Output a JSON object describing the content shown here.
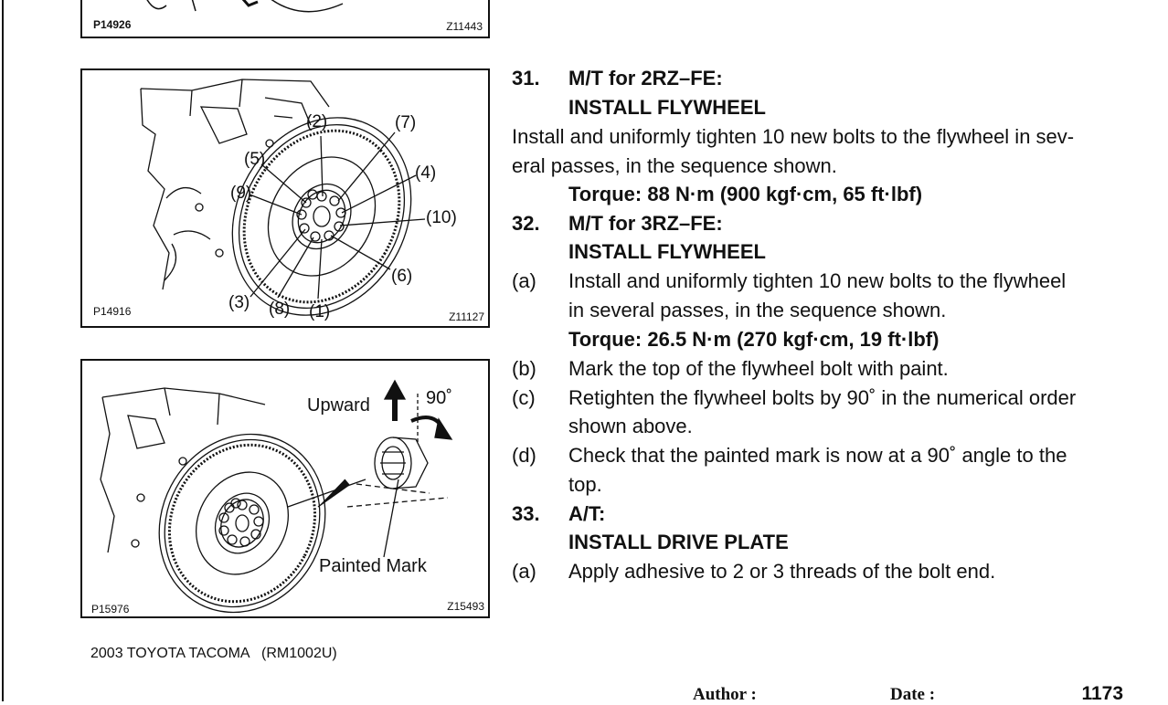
{
  "figures": {
    "top": {
      "code_left": "P14926",
      "code_right": "Z11443"
    },
    "sequence": {
      "code_left": "P14916",
      "code_right": "Z11127",
      "callouts": [
        "(2)",
        "(7)",
        "(5)",
        "(4)",
        "(9)",
        "(10)",
        "(6)",
        "(3)",
        "(8)",
        "(1)"
      ]
    },
    "paint": {
      "code_left": "P15976",
      "code_right": "Z15493",
      "upward": "Upward",
      "angle": "90˚",
      "painted_mark": "Painted Mark"
    }
  },
  "steps": {
    "s31": {
      "number": "31.",
      "title": "M/T for 2RZ–FE:",
      "heading": "INSTALL FLYWHEEL",
      "line1": "Install and uniformly tighten 10 new bolts to the flywheel in sev-",
      "line2": "eral passes, in the sequence shown.",
      "torque": "Torque: 88 N·m (900 kgf·cm, 65 ft·lbf)"
    },
    "s32": {
      "number": "32.",
      "title": "M/T for 3RZ–FE:",
      "heading": "INSTALL FLYWHEEL",
      "a_mark": "(a)",
      "a_line1": "Install and uniformly tighten 10 new bolts to the flywheel",
      "a_line2": "in several passes, in the sequence shown.",
      "torque": "Torque: 26.5 N·m (270 kgf·cm, 19 ft·lbf)",
      "b_mark": "(b)",
      "b_line1": "Mark the top of the flywheel bolt with paint.",
      "c_mark": "(c)",
      "c_line1": "Retighten the flywheel bolts by 90˚ in the numerical order",
      "c_line2": "shown above.",
      "d_mark": "(d)",
      "d_line1": "Check that the painted mark is now at a 90˚ angle to the",
      "d_line2": "top."
    },
    "s33": {
      "number": "33.",
      "title": "A/T:",
      "heading": "INSTALL DRIVE PLATE",
      "a_mark": "(a)",
      "a_line1": "Apply adhesive to 2 or 3 threads of the bolt end."
    }
  },
  "footer": {
    "model": "2003 TOYOTA TACOMA   (RM1002U)",
    "author_label": "Author :",
    "date_label": "Date :",
    "page": "1173"
  }
}
